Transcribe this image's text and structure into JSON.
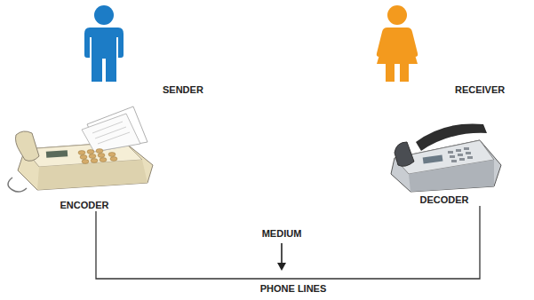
{
  "diagram": {
    "nodes": [
      {
        "text": [
          "ENCODER"
        ]
      },
      {
        "text": [
          "DECODER"
        ]
      }
    ],
    "edges": [
      {
        "from": 0,
        "to": 1,
        "arrow": "none",
        "label": "PHONE LINES"
      }
    ],
    "labels": [
      "SENDER",
      "RECEIVER",
      "MEDIUM"
    ]
  }
}
